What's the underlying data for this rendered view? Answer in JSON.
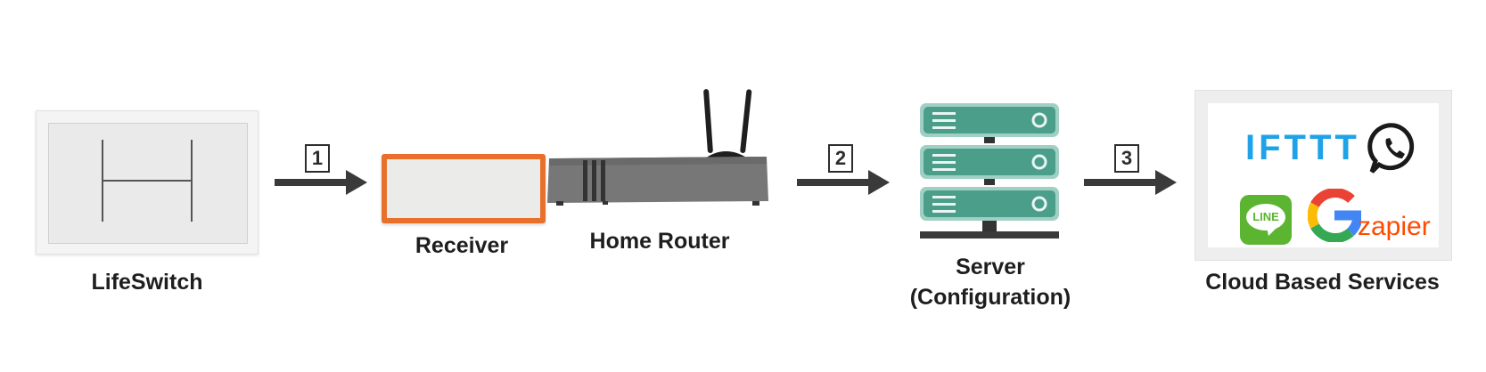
{
  "nodes": {
    "lifeswitch": "LifeSwitch",
    "receiver": "Receiver",
    "router": "Home Router",
    "server_line1": "Server",
    "server_line2": "(Configuration)",
    "cloud": "Cloud Based Services"
  },
  "steps": [
    "1",
    "2",
    "3"
  ],
  "services": {
    "ifttt": "IFTTT",
    "line": "LINE",
    "zapier": "zapier"
  },
  "colors": {
    "receiver_border": "#e8702a",
    "server": "#4b9e8a",
    "arrow": "#3a3a3a",
    "ifttt": "#1fa2e8",
    "line": "#5cb531",
    "zapier": "#ff4a00",
    "whatsapp": "#1a1a1a"
  },
  "icons": [
    "lifeswitch-icon",
    "receiver-icon",
    "router-icon",
    "server-rack-icon",
    "whatsapp-icon",
    "line-icon",
    "google-icon",
    "ifttt-logo",
    "zapier-logo"
  ]
}
